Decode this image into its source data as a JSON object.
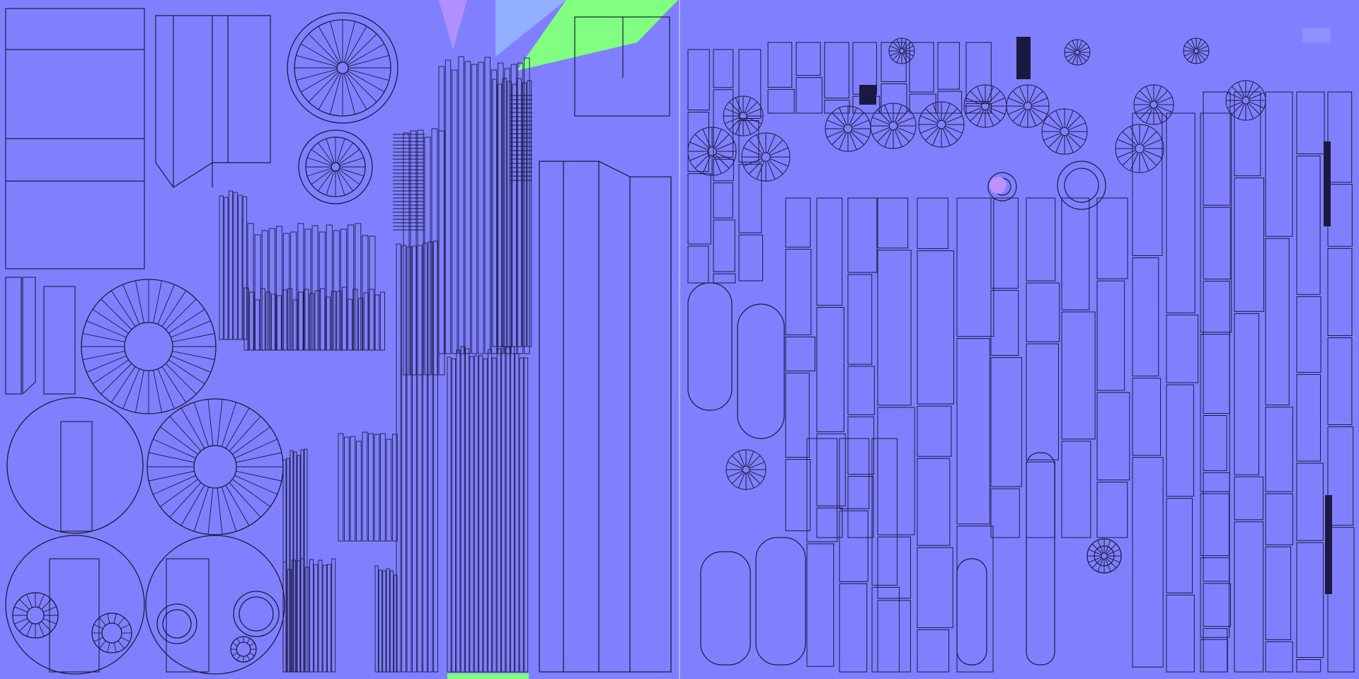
{
  "texture": {
    "kind": "tangent-space normal map with UV wireframe overlay",
    "colors": {
      "base": "#8080ff",
      "line": "#1a1a40",
      "accent_green": "#80ff80",
      "accent_magenta": "#c060ff",
      "accent_sky": "#80b0ff",
      "accent_violet": "#a070ff",
      "separator": "#b0b0ff"
    },
    "panels": [
      "left-atlas",
      "right-atlas"
    ],
    "visible_text": ""
  }
}
